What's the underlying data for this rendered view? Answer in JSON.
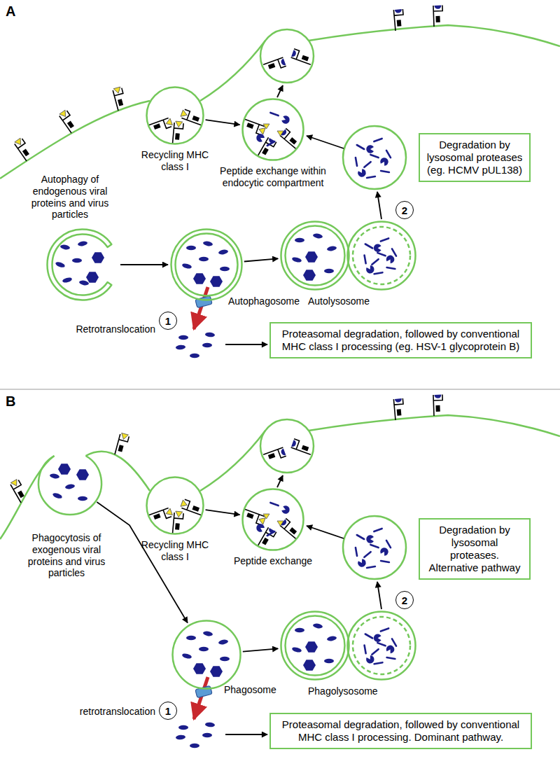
{
  "diagram": {
    "nodes": [
      {
        "text": [
          "Recycling MHC class I"
        ]
      },
      {
        "text": [
          "Peptide exchange within endocytic compartment"
        ]
      },
      {
        "text": [
          "2"
        ]
      },
      {
        "text": [
          "Degradation by lysosomal proteases (eg. HCMV pUL138)"
        ]
      },
      {
        "text": [
          "Autophagy of endogenous viral proteins and virus particles"
        ]
      },
      {
        "text": [
          "Autophagosome"
        ]
      },
      {
        "text": [
          "Autolysosome"
        ]
      },
      {
        "text": [
          "1"
        ]
      },
      {
        "text": [
          "Proteasomal degradation, followed by conventional MHC class I processing (eg. HSV-1 glycoprotein B)"
        ]
      },
      {
        "text": [
          "Recycling MHC class I"
        ]
      },
      {
        "text": [
          "Peptide exchange"
        ]
      },
      {
        "text": [
          "2"
        ]
      },
      {
        "text": [
          "Degradation by lysosomal proteases. Alternative pathway"
        ]
      },
      {
        "text": [
          "Phagocytosis of exogenous viral proteins and virus particles"
        ]
      },
      {
        "text": [
          "Phagosome"
        ]
      },
      {
        "text": [
          "Phagolysosome"
        ]
      },
      {
        "text": [
          "1"
        ]
      },
      {
        "text": [
          "Proteasomal degradation, followed by conventional MHC class I processing. Dominant pathway."
        ]
      }
    ],
    "edges": [
      {
        "from": 0,
        "to": 1,
        "arrow": "to"
      },
      {
        "from": 4,
        "to": 5,
        "arrow": "to"
      },
      {
        "from": 5,
        "to": 6,
        "arrow": "to"
      },
      {
        "from": 9,
        "to": 10,
        "arrow": "to"
      },
      {
        "from": 13,
        "to": 14,
        "arrow": "to"
      },
      {
        "from": 14,
        "to": 15,
        "arrow": "to"
      }
    ],
    "labels": [
      "A",
      "Retrotranslocation",
      "B",
      "retrotranslocation"
    ]
  }
}
